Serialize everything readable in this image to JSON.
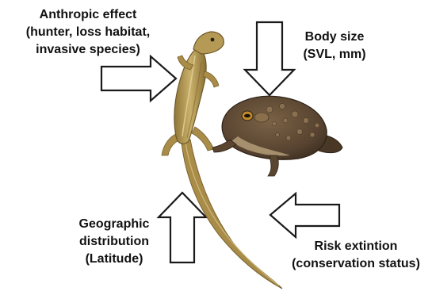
{
  "labels": {
    "anthropic": {
      "line1": "Anthropic effect",
      "line2": "(hunter, loss habitat,",
      "line3": "invasive species)"
    },
    "body_size": {
      "line1": "Body size",
      "line2": "(SVL, mm)"
    },
    "geographic": {
      "line1": "Geographic",
      "line2": "distribution",
      "line3": "(Latitude)"
    },
    "risk": {
      "line1": "Risk extintion",
      "line2": "(conservation status)"
    }
  },
  "figures": {
    "lizard": "lizard-illustration",
    "toad": "toad-illustration"
  },
  "colors": {
    "text": "#111111",
    "arrow_fill": "#ffffff",
    "arrow_stroke": "#1a1a1a",
    "lizard_body": "#b59a52",
    "lizard_stripe": "#d8c58a",
    "toad_body": "#5e4a35",
    "toad_warts": "#7a6246"
  }
}
